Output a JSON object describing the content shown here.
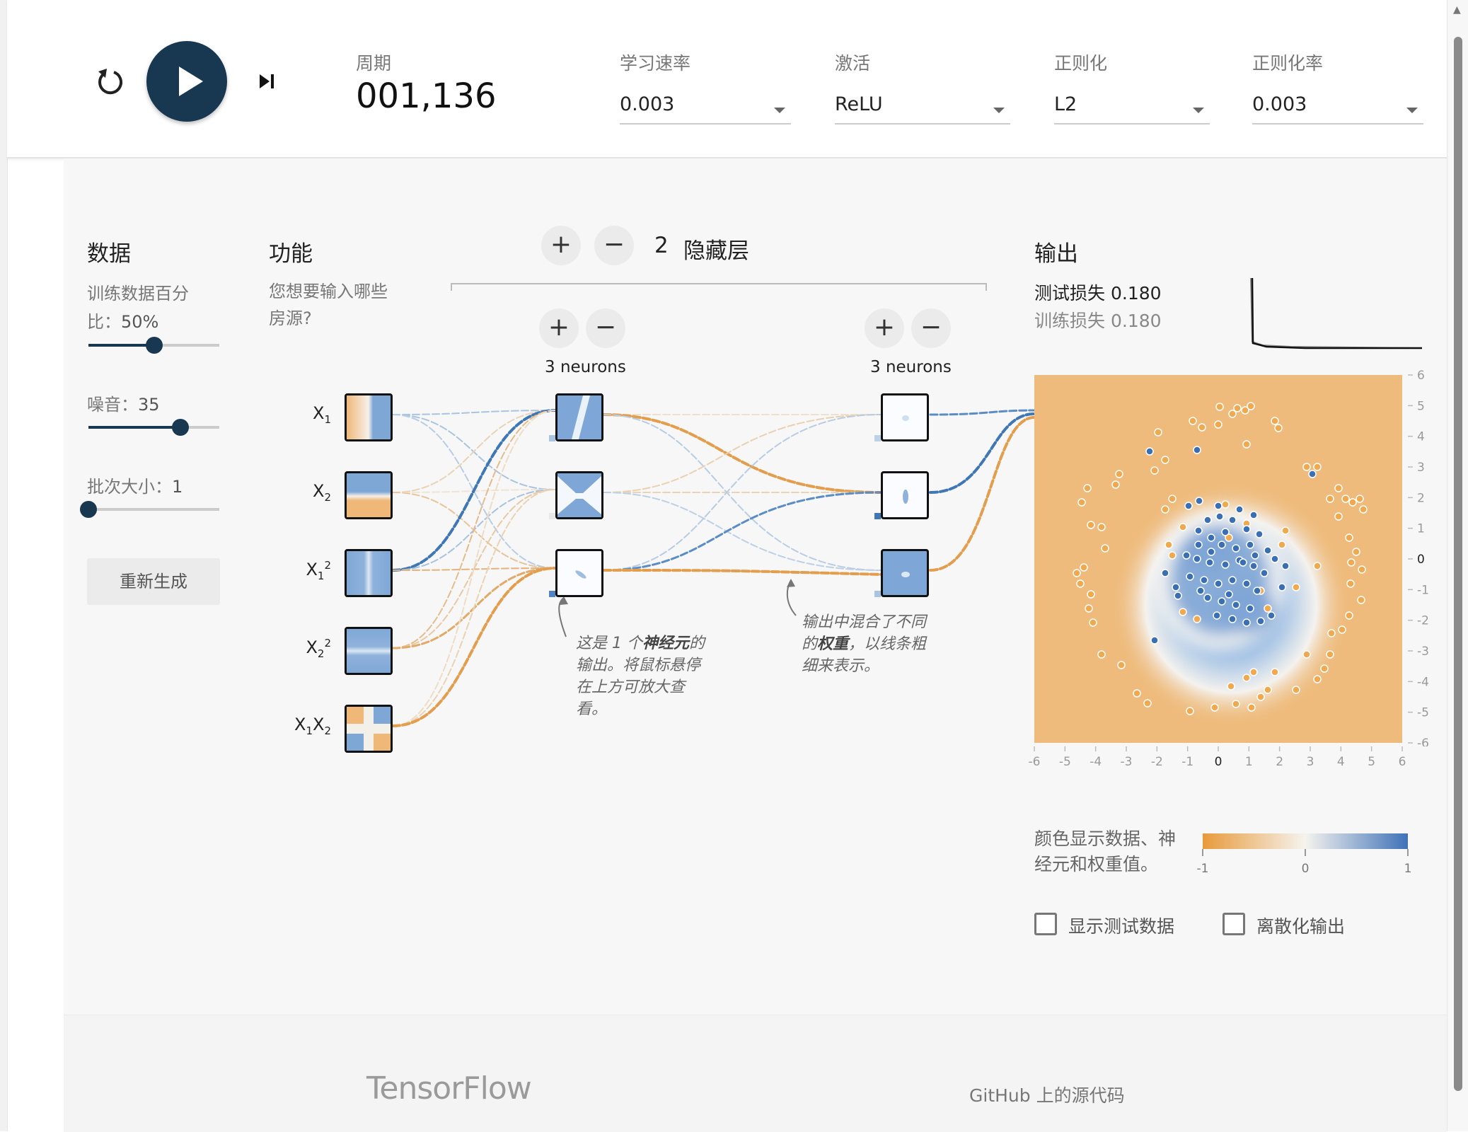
{
  "controls": {
    "epoch_label": "周期",
    "epoch_value": "001,136",
    "learning_rate": {
      "label": "学习速率",
      "value": "0.003"
    },
    "activation": {
      "label": "激活",
      "value": "ReLU"
    },
    "regularization": {
      "label": "正则化",
      "value": "L2"
    },
    "regularization_rate": {
      "label": "正则化率",
      "value": "0.003"
    }
  },
  "data_panel": {
    "title": "数据",
    "train_ratio_label_1": "训练数据百分",
    "train_ratio_label_2": "比：",
    "train_ratio_value": "50%",
    "train_ratio_fraction": 0.5,
    "noise_label": "噪音：",
    "noise_value": "35",
    "noise_fraction": 0.7,
    "batch_label": "批次大小：",
    "batch_value": "1",
    "batch_fraction": 0.0,
    "regenerate": "重新生成"
  },
  "features_panel": {
    "title": "功能",
    "question_line1": "您想要输入哪些",
    "question_line2": "房源?",
    "features": [
      {
        "base": "X",
        "sub": "1",
        "sup": ""
      },
      {
        "base": "X",
        "sub": "2",
        "sup": ""
      },
      {
        "base": "X",
        "sub": "1",
        "sup": "2"
      },
      {
        "base": "X",
        "sub": "2",
        "sup": "2"
      },
      {
        "base": "X",
        "sub": "1",
        "base2": "X",
        "sub2": "2"
      }
    ]
  },
  "network": {
    "plus": "+",
    "minus": "−",
    "hidden_count": "2",
    "hidden_label": "隐藏层",
    "layers": [
      {
        "neurons_label": "3 neurons"
      },
      {
        "neurons_label": "3 neurons"
      }
    ],
    "note_neuron": {
      "line1_a": "这是 1 个",
      "line1_b": "神经元",
      "line1_c": "的",
      "line2": "输出。将鼠标悬停",
      "line3": "在上方可放大查",
      "line4": "看。"
    },
    "note_weights": {
      "line1": "输出中混合了不同",
      "line2_a": "的",
      "line2_b": "权重",
      "line2_c": "，以线条粗",
      "line3": "细来表示。"
    }
  },
  "output_panel": {
    "title": "输出",
    "test_loss_label": "测试损失",
    "test_loss_value": "0.180",
    "train_loss_label": "训练损失",
    "train_loss_value": "0.180",
    "y_ticks": [
      "6",
      "5",
      "4",
      "3",
      "2",
      "1",
      "0",
      "-1",
      "-2",
      "-3",
      "-4",
      "-5",
      "-6"
    ],
    "x_ticks": [
      "-6",
      "-5",
      "-4",
      "-3",
      "-2",
      "-1",
      "0",
      "1",
      "2",
      "3",
      "4",
      "5",
      "6"
    ],
    "legend_line1": "颜色显示数据、神",
    "legend_line2": "经元和权重值。",
    "legend_ticks": [
      "-1",
      "0",
      "1"
    ],
    "show_test_data": "显示测试数据",
    "discretize_output": "离散化输出",
    "colors": {
      "positive": "#4f83c4",
      "negative": "#e8a352",
      "neutral": "#f5f5f0"
    }
  },
  "footer": {
    "logo": "TensorFlow",
    "github": "GitHub 上的源代码"
  },
  "icons": [
    "reset-icon",
    "play-icon",
    "step-icon",
    "dropdown-arrow-icon",
    "scroll-up-icon"
  ]
}
